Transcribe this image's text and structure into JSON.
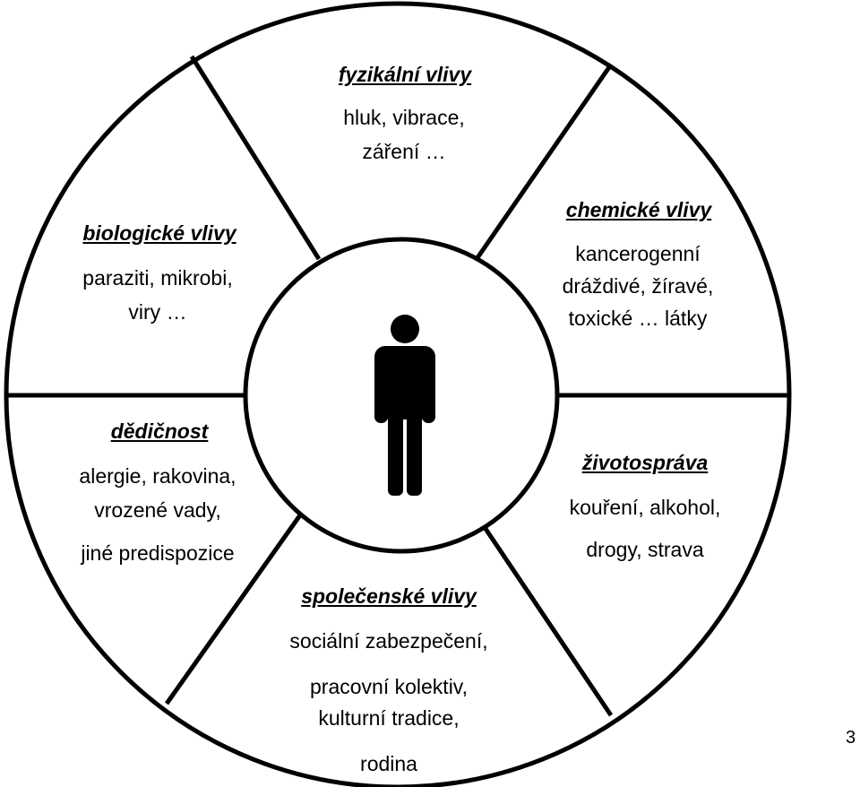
{
  "segments": {
    "physical": {
      "title": "fyzikální vlivy",
      "lines": [
        "hluk, vibrace,",
        "záření …"
      ]
    },
    "chemical": {
      "title": "chemické vlivy",
      "lines": [
        "kancerogenní",
        "dráždivé, žíravé,",
        "toxické … látky"
      ]
    },
    "lifestyle": {
      "title": "životospráva",
      "lines": [
        "kouření, alkohol,",
        "drogy, strava"
      ]
    },
    "social": {
      "title": "společenské vlivy",
      "lines": [
        "sociální zabezpečení,",
        "pracovní kolektiv,",
        "kulturní tradice,",
        "rodina"
      ]
    },
    "heredity": {
      "title": "dědičnost",
      "lines": [
        "alergie, rakovina,",
        "vrozené vady,",
        "jiné predispozice"
      ]
    },
    "biological": {
      "title": "biologické vlivy",
      "lines": [
        "paraziti, mikrobi,",
        "viry …"
      ]
    }
  },
  "center_icon": "person-icon",
  "page_number": "3"
}
